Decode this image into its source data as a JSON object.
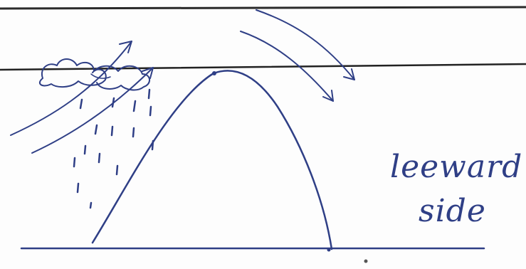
{
  "diagram": {
    "labels": {
      "line1": "leeward",
      "line2": "side"
    },
    "ink_color": "#2f3f86",
    "pencil_color": "#222222",
    "elements": {
      "mountain": "mountain-outline",
      "cloud": "rain-cloud",
      "rain": "rain-drops",
      "wind_windward": "rising-wind-arrows",
      "wind_leeward": "descending-wind-arrows"
    }
  }
}
